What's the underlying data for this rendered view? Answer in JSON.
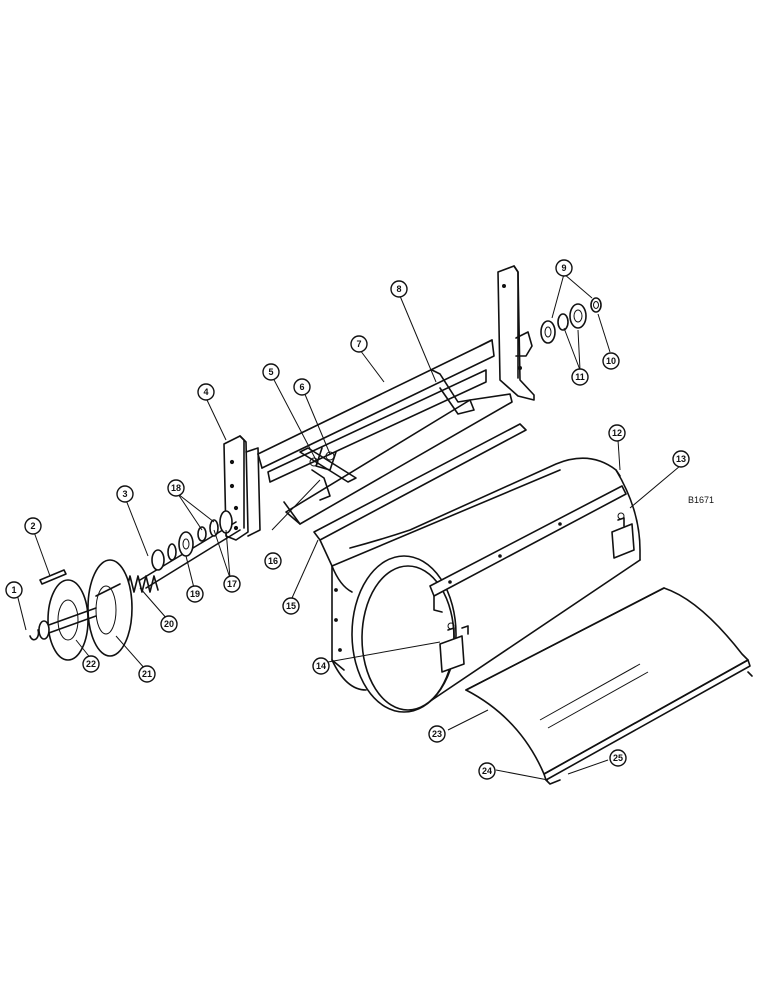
{
  "drawing_reference": "B1671",
  "callouts": [
    {
      "id": "c1",
      "label": "1"
    },
    {
      "id": "c2",
      "label": "2"
    },
    {
      "id": "c3",
      "label": "3"
    },
    {
      "id": "c4",
      "label": "4"
    },
    {
      "id": "c5",
      "label": "5"
    },
    {
      "id": "c6",
      "label": "6"
    },
    {
      "id": "c7",
      "label": "7"
    },
    {
      "id": "c8",
      "label": "8"
    },
    {
      "id": "c9",
      "label": "9"
    },
    {
      "id": "c10",
      "label": "10"
    },
    {
      "id": "c11",
      "label": "11"
    },
    {
      "id": "c12",
      "label": "12"
    },
    {
      "id": "c13",
      "label": "13"
    },
    {
      "id": "c14",
      "label": "14"
    },
    {
      "id": "c15",
      "label": "15"
    },
    {
      "id": "c16",
      "label": "16"
    },
    {
      "id": "c17",
      "label": "17"
    },
    {
      "id": "c18",
      "label": "18"
    },
    {
      "id": "c19",
      "label": "19"
    },
    {
      "id": "c20",
      "label": "20"
    },
    {
      "id": "c21",
      "label": "21"
    },
    {
      "id": "c22",
      "label": "22"
    },
    {
      "id": "c23",
      "label": "23"
    },
    {
      "id": "c24",
      "label": "24"
    },
    {
      "id": "c25",
      "label": "25"
    }
  ]
}
